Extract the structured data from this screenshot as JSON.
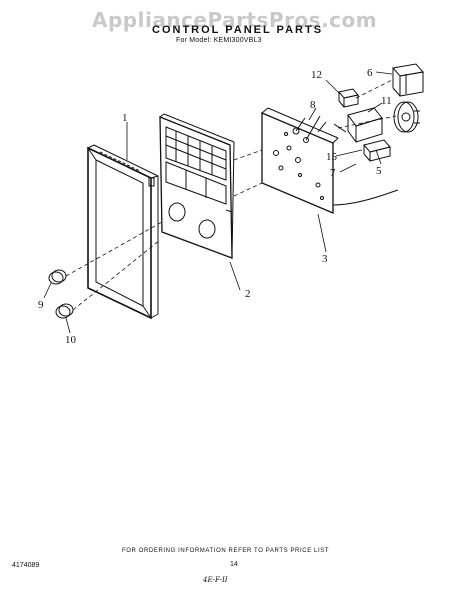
{
  "watermark": "AppliancePartsPros.com",
  "title": "CONTROL PANEL PARTS",
  "model_line": "For Model: KEMI300VBL3",
  "footer_text": "FOR ORDERING INFORMATION REFER TO PARTS PRICE LIST",
  "doc_number": "4174089",
  "page_number": "14",
  "code_mark": "4E-F-II",
  "callouts": {
    "c1": "1",
    "c2": "2",
    "c3": "3",
    "c5": "5",
    "c6": "6",
    "c7": "7",
    "c8": "8",
    "c9": "9",
    "c10": "10",
    "c11": "11",
    "c12": "12",
    "c15": "15"
  }
}
